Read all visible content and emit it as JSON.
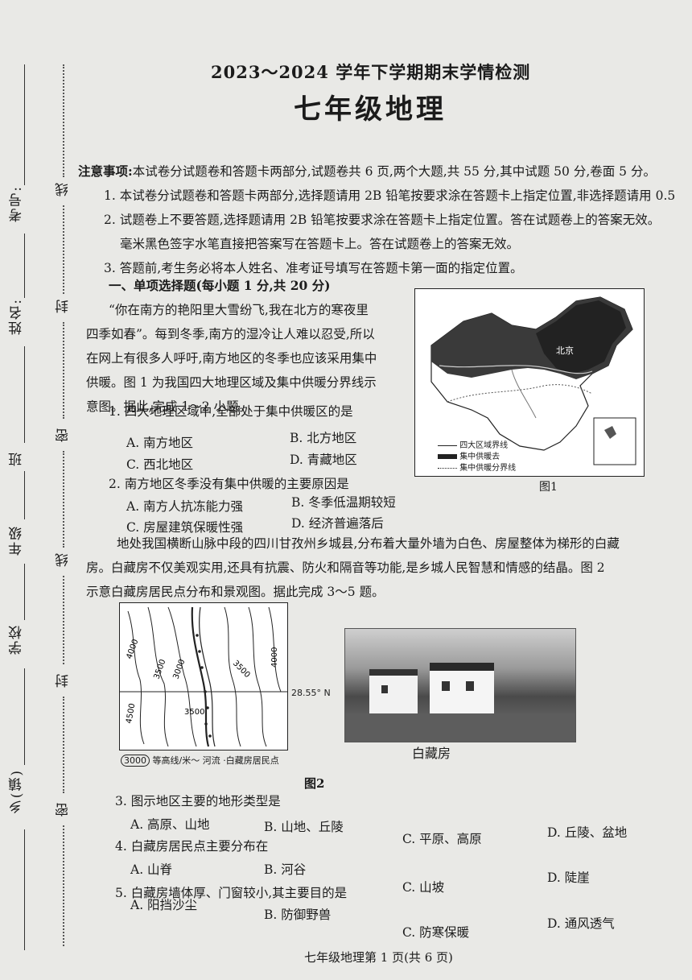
{
  "header": {
    "subtitle": "2023～2024 学年下学期期末学情检测",
    "title": "七年级地理"
  },
  "gutter": {
    "fields": [
      "考号:",
      "姓名:",
      "班",
      "年级",
      "学校",
      "乡(镇)"
    ],
    "seal_words": [
      "线",
      "封",
      "密",
      "线",
      "封",
      "密"
    ]
  },
  "notes": {
    "heading": "注意事项:",
    "line0": "本试卷分试题卷和答题卡两部分,试题卷共 6 页,两个大题,共 55 分,其中试题 50 分,卷面 5 分。",
    "item1": "1. 本试卷分试题卷和答题卡两部分,选择题请用 2B 铅笔按要求涂在答题卡上指定位置,非选择题请用 0.5",
    "item1b": "2. 试题卷上不要答题,选择题请用 2B 铅笔按要求涂在答题卡上指定位置。答在试题卷上的答案无效。",
    "item2b": "毫米黑色签字水笔直接把答案写在答题卡上。答在试题卷上的答案无效。",
    "item3": "3. 答题前,考生务必将本人姓名、准考证号填写在答题卡第一面的指定位置。"
  },
  "section1": {
    "heading": "一、单项选择题(每小题 1 分,共 20 分)",
    "passage1": [
      "“你在南方的艳阳里大雪纷飞,我在北方的寒夜里",
      "四季如春”。每到冬季,南方的湿冷让人难以忍受,所以",
      "在网上有很多人呼吁,南方地区的冬季也应该采用集中",
      "供暖。图 1 为我国四大地理区域及集中供暖分界线示",
      "意图。据此,完成 1～2 小题。"
    ],
    "q1": "1. 四大地理区域中,全部处于集中供暖区的是",
    "q1_opts": [
      "A. 南方地区",
      "B. 北方地区",
      "C. 西北地区",
      "D. 青藏地区"
    ],
    "q2": "2. 南方地区冬季没有集中供暖的主要原因是",
    "q2_opts": [
      "A. 南方人抗冻能力强",
      "B. 冬季低温期较短",
      "C. 房屋建筑保暖性强",
      "D. 经济普遍落后"
    ],
    "passage2": [
      "地处我国横断山脉中段的四川甘孜州乡城县,分布着大量外墙为白色、房屋整体为梯形的白藏",
      "房。白藏房不仅美观实用,还具有抗震、防火和隔音等功能,是乡城人民智慧和情感的结晶。图 2",
      "示意白藏房居民点分布和景观图。据此完成 3～5 题。"
    ],
    "q3": "3. 图示地区主要的地形类型是",
    "q3_opts": [
      "A. 高原、山地",
      "B. 山地、丘陵",
      "C. 平原、高原",
      "D. 丘陵、盆地"
    ],
    "q4": "4. 白藏房居民点主要分布在",
    "q4_opts": [
      "A. 山脊",
      "B. 河谷",
      "C. 山坡",
      "D. 陡崖"
    ],
    "q5": "5. 白藏房墙体厚、门窗较小,其主要目的是",
    "q5_opts": [
      "A. 阳挡沙尘",
      "B. 防御野兽",
      "C. 防寒保暖",
      "D. 通风透气"
    ]
  },
  "figure1": {
    "label": "图1",
    "city": "北京",
    "legend": [
      "四大区域界线",
      "集中供暖去",
      "集中供暖分界线"
    ]
  },
  "figure2": {
    "label": "图2",
    "photo_caption": "白藏房",
    "contours": [
      "4000",
      "3000",
      "3500",
      "4000",
      "3500",
      "4500",
      "3500"
    ],
    "lat": "28.55° N",
    "legend_contour": "3000",
    "legend_text": "等高线/米～ 河流 ·白藏房居民点"
  },
  "footer": "七年级地理第 1 页(共 6 页)"
}
